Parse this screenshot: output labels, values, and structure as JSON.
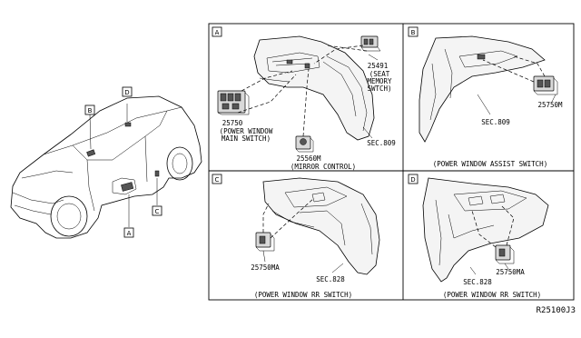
{
  "diagram": {
    "ref_code": "R25100J3",
    "car_callouts": [
      "A",
      "B",
      "C",
      "D"
    ],
    "panels": {
      "a": {
        "letter": "A",
        "parts": [
          {
            "number": "25491",
            "name_lines": [
              "(SEAT",
              "MEMORY",
              "SWTCH)"
            ]
          },
          {
            "number": "25750",
            "name_lines": [
              "(POWER WINDOW",
              "MAIN SWITCH)"
            ]
          },
          {
            "number": "25560M",
            "name_lines": [
              "(MIRROR CONTROL)"
            ]
          }
        ],
        "section": "SEC.809"
      },
      "b": {
        "letter": "B",
        "parts": [
          {
            "number": "25750M"
          }
        ],
        "section": "SEC.809",
        "caption": "(POWER WINDOW ASSIST SWITCH)"
      },
      "c": {
        "letter": "C",
        "parts": [
          {
            "number": "25750MA"
          }
        ],
        "section": "SEC.828",
        "caption": "(POWER WINDOW RR SWITCH)"
      },
      "d": {
        "letter": "D",
        "parts": [
          {
            "number": "25750MA"
          }
        ],
        "section": "SEC.828",
        "caption": "(POWER WINDOW RR SWITCH)"
      }
    }
  }
}
